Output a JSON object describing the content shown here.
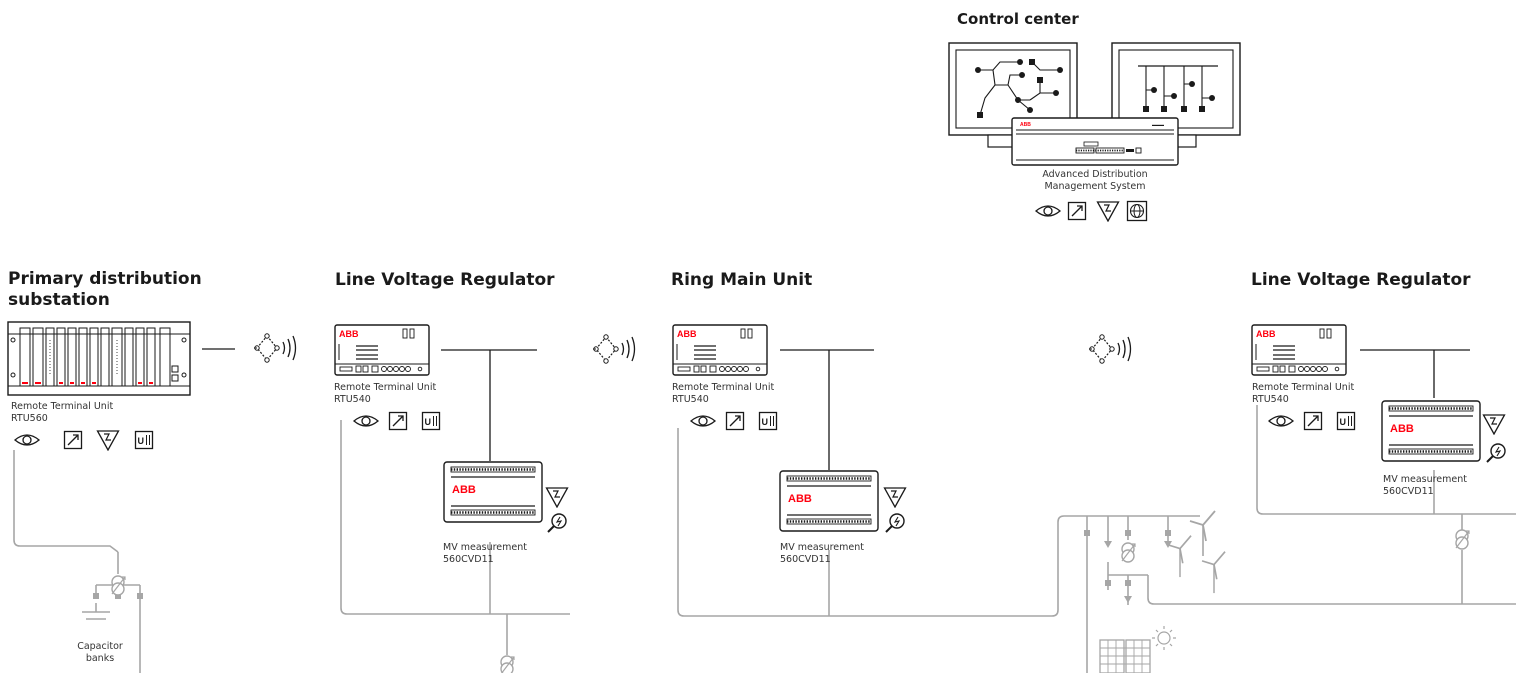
{
  "control_center": {
    "title": "Control center",
    "system_line1": "Advanced Distribution",
    "system_line2": "Management System",
    "icons": [
      "monitor-eye-icon",
      "control-icon",
      "fault-icon",
      "globe-icon"
    ]
  },
  "primary_substation": {
    "title_line1": "Primary distribution",
    "title_line2": "substation",
    "rtu_line1": "Remote Terminal Unit",
    "rtu_line2": "RTU560",
    "icons": [
      "monitor-eye-icon",
      "control-icon",
      "fault-icon",
      "voltage-regulation-icon"
    ],
    "capacitor_line1": "Capacitor",
    "capacitor_line2": "banks"
  },
  "lvr_1": {
    "title": "Line Voltage Regulator",
    "brand": "ABB",
    "rtu_line1": "Remote Terminal Unit",
    "rtu_line2": "RTU540",
    "icons": [
      "monitor-eye-icon",
      "control-icon",
      "voltage-regulation-icon"
    ],
    "mv_line1": "MV measurement",
    "mv_line2": "560CVD11"
  },
  "ring_main_unit": {
    "title": "Ring Main Unit",
    "brand": "ABB",
    "rtu_line1": "Remote Terminal Unit",
    "rtu_line2": "RTU540",
    "icons": [
      "monitor-eye-icon",
      "control-icon",
      "voltage-regulation-icon"
    ],
    "mv_line1": "MV measurement",
    "mv_line2": "560CVD11"
  },
  "lvr_2": {
    "title": "Line Voltage Regulator",
    "brand": "ABB",
    "rtu_line1": "Remote Terminal Unit",
    "rtu_line2": "RTU540",
    "icons": [
      "monitor-eye-icon",
      "control-icon",
      "voltage-regulation-icon"
    ],
    "mv_line1": "MV measurement",
    "mv_line2": "560CVD11"
  },
  "colors": {
    "line_dark": "#1a1a1a",
    "line_grey": "#a6a6a6",
    "brand_red": "#ff000f",
    "text": "#1a1a1a"
  }
}
